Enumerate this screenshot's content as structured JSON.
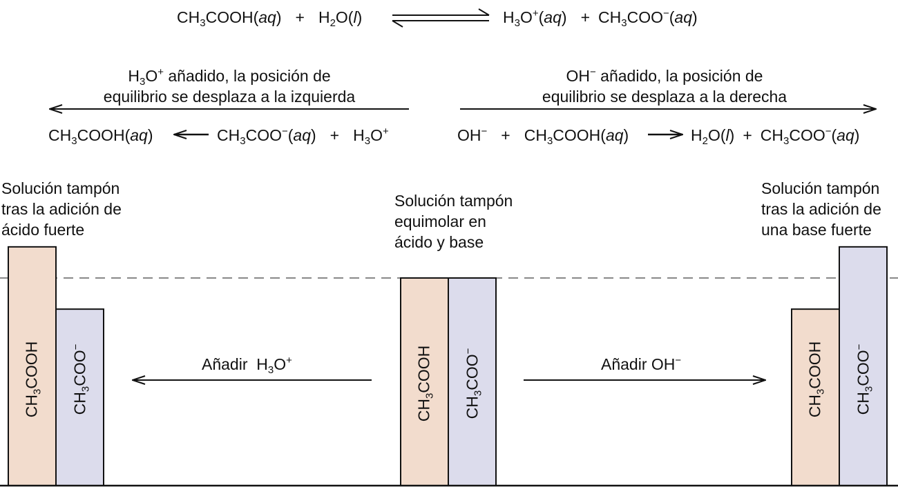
{
  "equations": {
    "main": {
      "reactant1_a": "CH",
      "reactant1_sub": "3",
      "reactant1_b": "COOH(",
      "reactant1_state": "aq",
      "reactant1_c": ")",
      "plus1": "+",
      "reactant2_a": "H",
      "reactant2_sub": "2",
      "reactant2_b": "O(",
      "reactant2_state": "l",
      "reactant2_c": ")",
      "product1_a": "H",
      "product1_sub": "3",
      "product1_b": "O",
      "product1_sup": "+",
      "product1_c": "(",
      "product1_state": "aq",
      "product1_d": ")",
      "plus2": "+",
      "product2_a": "CH",
      "product2_sub": "3",
      "product2_b": "COO",
      "product2_sup": "−",
      "product2_c": "(",
      "product2_state": "aq",
      "product2_d": ")"
    },
    "left": {
      "caption_line1_a": "H",
      "caption_line1_sub": "3",
      "caption_line1_b": "O",
      "caption_line1_sup": "+",
      "caption_line1_c": " añadido, la posición de",
      "caption_line2": "equilibrio se desplaza a la izquierda",
      "product_a": "CH",
      "product_sub": "3",
      "product_b": "COOH(",
      "product_state": "aq",
      "product_c": ")",
      "reactant1_a": "CH",
      "reactant1_sub": "3",
      "reactant1_b": "COO",
      "reactant1_sup": "−",
      "reactant1_c": "(",
      "reactant1_state": "aq",
      "reactant1_d": ")",
      "plus": "+",
      "reactant2_a": "H",
      "reactant2_sub": "3",
      "reactant2_b": "O",
      "reactant2_sup": "+"
    },
    "right": {
      "caption_line1_a": "OH",
      "caption_line1_sup": "−",
      "caption_line1_b": " añadido, la posición de",
      "caption_line2": "equilibrio se desplaza a la derecha",
      "reactant1_a": "OH",
      "reactant1_sup": "−",
      "plus1": "+",
      "reactant2_a": "CH",
      "reactant2_sub": "3",
      "reactant2_b": "COOH(",
      "reactant2_state": "aq",
      "reactant2_c": ")",
      "product1_a": "H",
      "product1_sub": "2",
      "product1_b": "O(",
      "product1_state": "l",
      "product1_c": ")",
      "plus2": "+",
      "product2_a": "CH",
      "product2_sub": "3",
      "product2_b": "COO",
      "product2_sup": "−",
      "product2_c": "(",
      "product2_state": "aq",
      "product2_d": ")"
    }
  },
  "panels": {
    "left_title": [
      "Solución tampón",
      "tras la adición de",
      "ácido fuerte"
    ],
    "center_title": [
      "Solución tampón",
      "equimolar en",
      "ácido y base"
    ],
    "right_title": [
      "Solución tampón",
      "tras la adición de",
      "una base fuerte"
    ]
  },
  "bars": {
    "acid_a": "CH",
    "acid_sub": "3",
    "acid_b": "COOH",
    "base_a": "CH",
    "base_sub": "3",
    "base_b": "COO",
    "base_sup": "−",
    "acid_color": "#f2dccd",
    "base_color": "#dcdcec",
    "levels": {
      "left": {
        "acid": 1.15,
        "base": 0.85
      },
      "center": {
        "acid": 1.0,
        "base": 1.0
      },
      "right": {
        "acid": 0.85,
        "base": 1.15
      }
    }
  },
  "arrows": {
    "add_acid_a": "Añadir  H",
    "add_acid_sub": "3",
    "add_acid_b": "O",
    "add_acid_sup": "+",
    "add_base_a": "Añadir OH",
    "add_base_sup": "−"
  }
}
